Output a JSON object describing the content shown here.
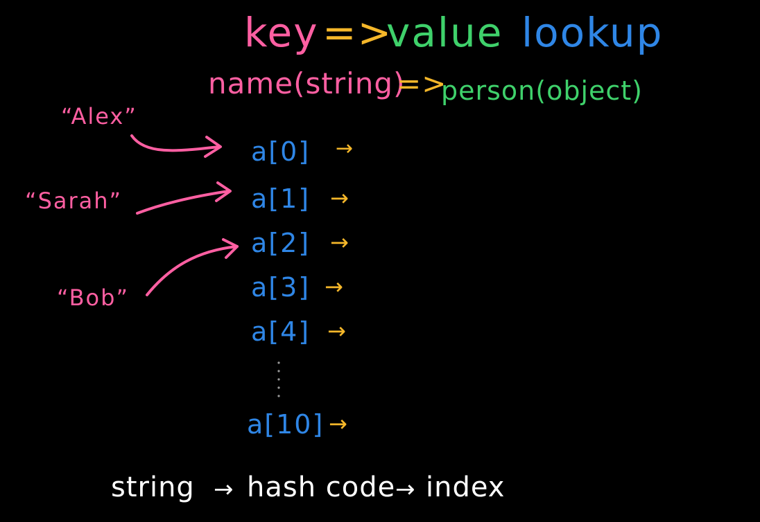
{
  "colors": {
    "background": "#000000",
    "key": "#ff5fa2",
    "value": "#3fd16b",
    "lookup": "#2f86e6",
    "arrow": "#f5b72a",
    "slot": "#2f86e6",
    "footer": "#ffffff",
    "pointer": "#ff5fa2"
  },
  "title": {
    "key": "key",
    "arrow": "=>",
    "value": "value",
    "lookup": "lookup"
  },
  "subtitle": {
    "left": "name(string)",
    "arrow": "=>",
    "right": "person(object)"
  },
  "keys": [
    {
      "label": "“Alex”",
      "points_to": 0
    },
    {
      "label": "“Sarah”",
      "points_to": 1
    },
    {
      "label": "“Bob”",
      "points_to": 2
    }
  ],
  "slots": [
    {
      "label": "a[0]",
      "arrow": "→"
    },
    {
      "label": "a[1]",
      "arrow": "→"
    },
    {
      "label": "a[2]",
      "arrow": "→"
    },
    {
      "label": "a[3]",
      "arrow": "→"
    },
    {
      "label": "a[4]",
      "arrow": "→"
    },
    {
      "label": "a[10]",
      "arrow": "→"
    }
  ],
  "footer": {
    "string": "string",
    "arrow1": "→",
    "hash": "hash code",
    "arrow2": "→",
    "index": "index"
  }
}
